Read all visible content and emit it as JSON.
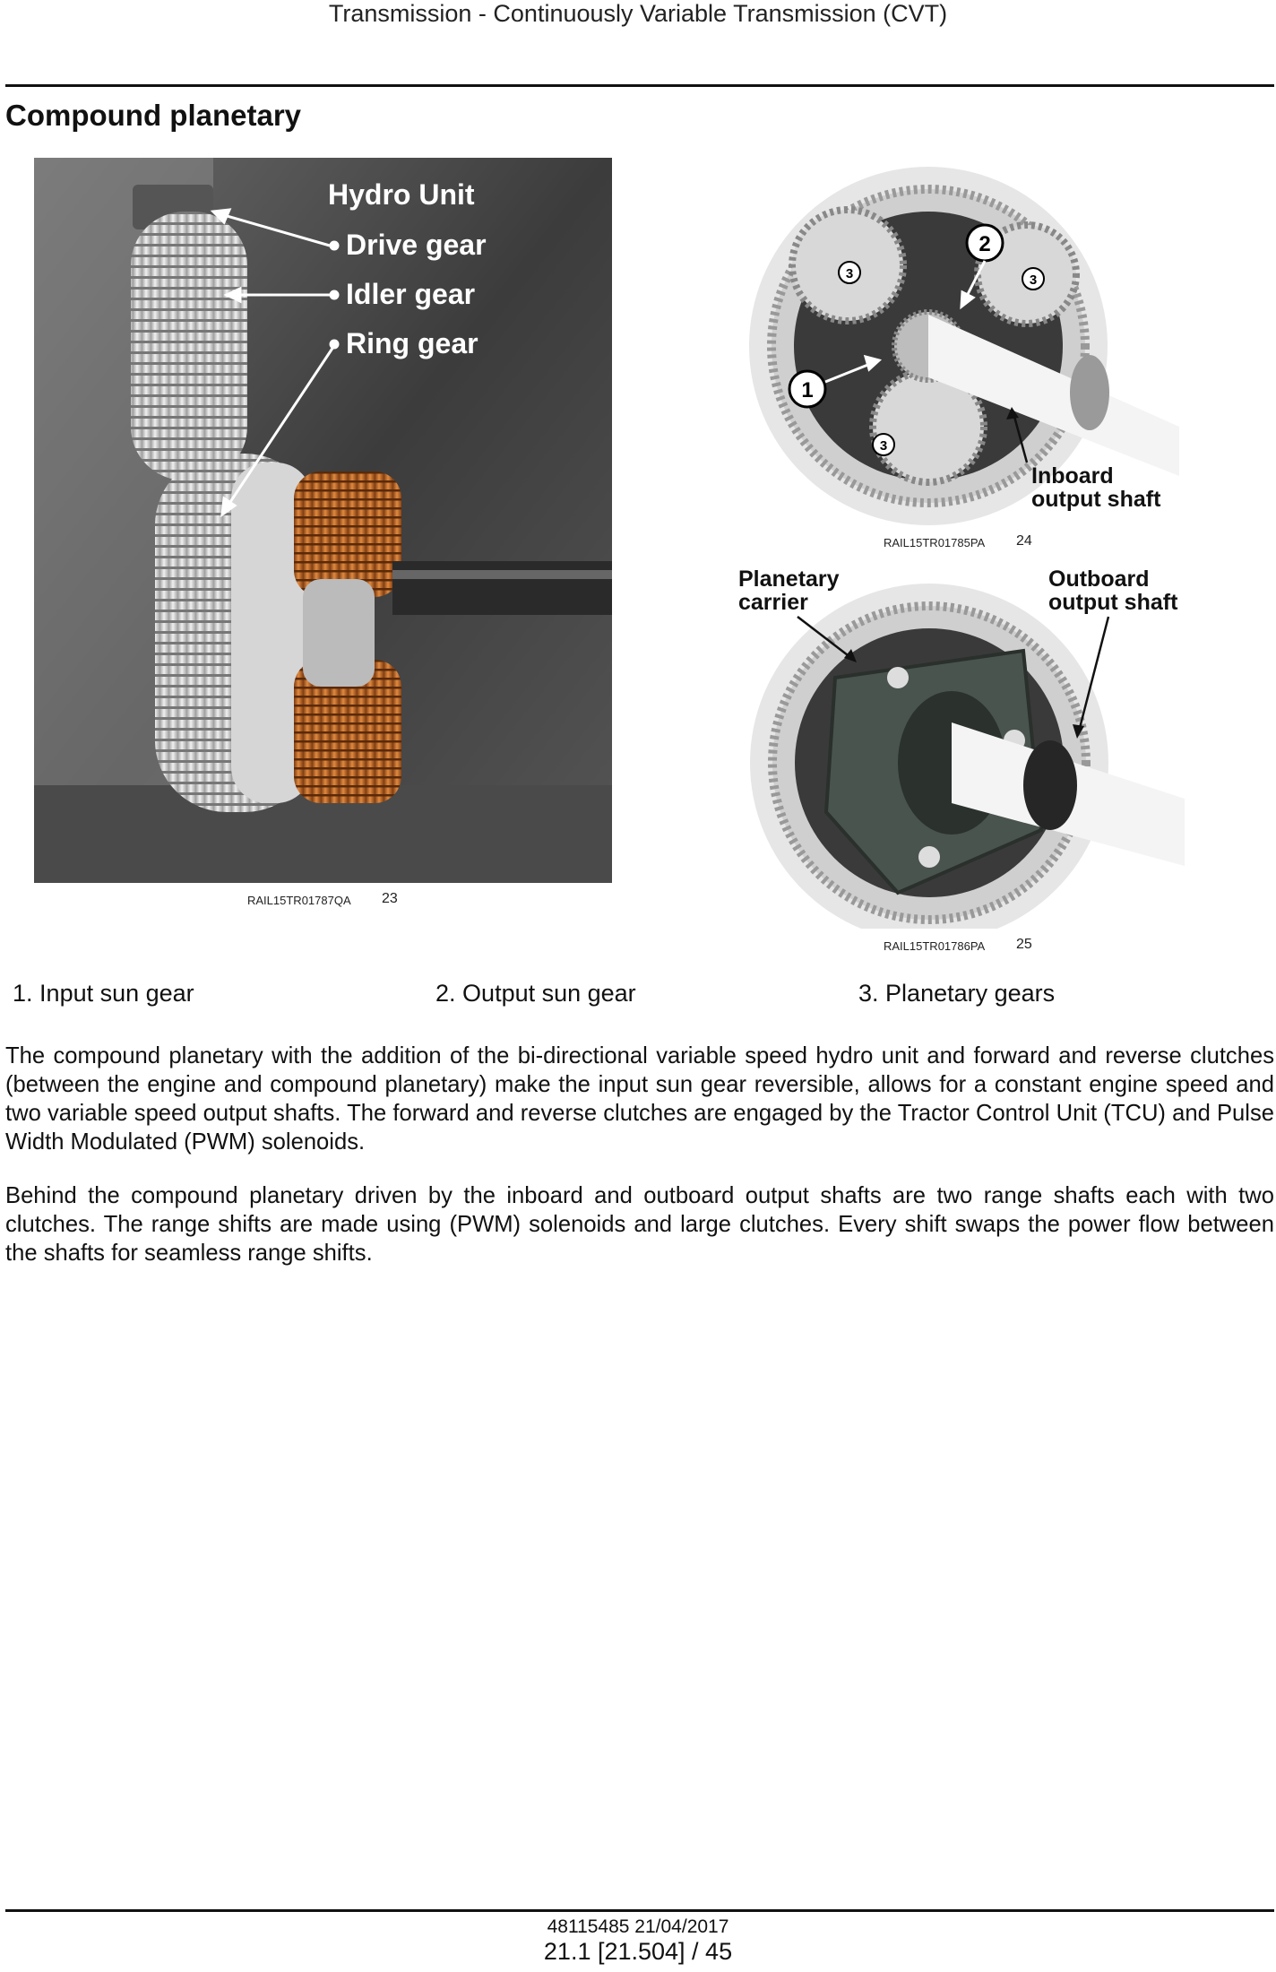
{
  "header": {
    "title": "Transmission - Continuously Variable Transmission (CVT)"
  },
  "section": {
    "title": "Compound planetary"
  },
  "figures": [
    {
      "caption_code": "RAIL15TR01787QA",
      "caption_number": "23",
      "labels": [
        "Hydro Unit",
        "Drive gear",
        "Idler gear",
        "Ring gear"
      ]
    },
    {
      "caption_code": "RAIL15TR01785PA",
      "caption_number": "24",
      "callouts": [
        "1",
        "2",
        "3"
      ],
      "labels": [
        "Inboard",
        "output shaft"
      ]
    },
    {
      "caption_code": "RAIL15TR01786PA",
      "caption_number": "25",
      "labels": [
        "Planetary",
        "carrier",
        "Outboard",
        "output shaft"
      ]
    }
  ],
  "legend": [
    {
      "num": "1.",
      "text": "Input sun gear"
    },
    {
      "num": "2.",
      "text": "Output sun gear"
    },
    {
      "num": "3.",
      "text": "Planetary gears"
    }
  ],
  "body": {
    "p1": "The compound planetary with the addition of the bi-directional variable speed hydro unit and forward and reverse clutches (between the engine and compound planetary) make the input sun gear reversible, allows for a constant engine speed and two variable speed output shafts. The forward and reverse clutches are engaged by the Tractor Control Unit (TCU) and Pulse Width Modulated (PWM) solenoids.",
    "p2": "Behind the compound planetary driven by the inboard and outboard output shafts are two range shafts each with two clutches. The range shifts are made using (PWM) solenoids and large clutches. Every shift swaps the power flow between the shafts for seamless range shifts."
  },
  "footer": {
    "doc": "48115485 21/04/2017",
    "page": "21.1 [21.504] / 45"
  },
  "colors": {
    "rule": "#111111",
    "gear_light": "#d9d9d9",
    "gear_copper": "#c8702a",
    "photo_bg": "#3a3a3a"
  }
}
